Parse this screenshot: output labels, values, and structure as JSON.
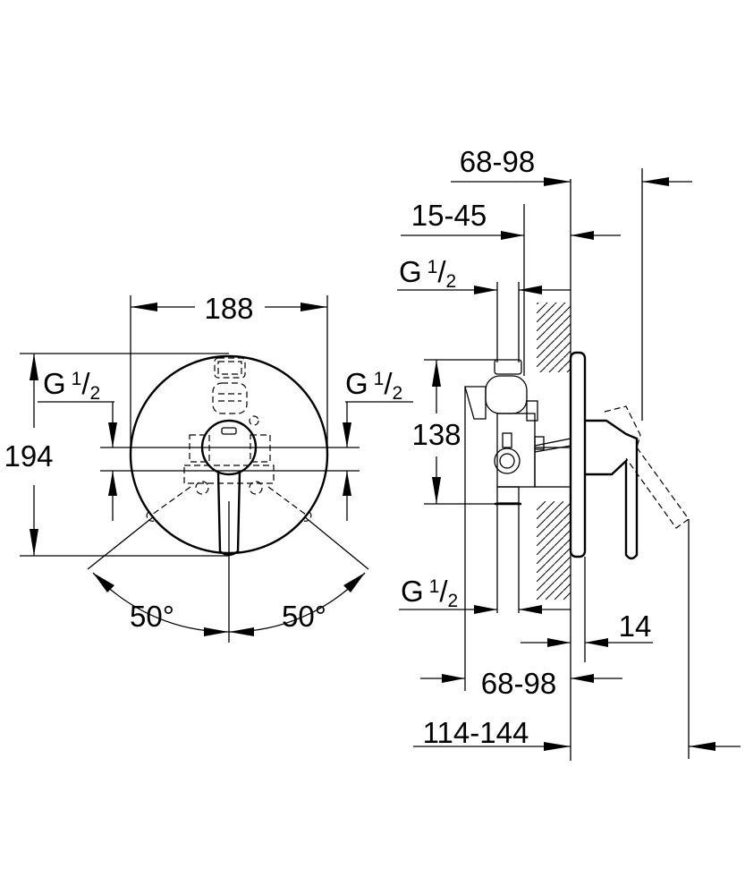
{
  "front_view": {
    "width_dim": "188",
    "height_dim": "194",
    "thread_left": {
      "main": "G",
      "num": "1",
      "den": "2"
    },
    "thread_right": {
      "main": "G",
      "num": "1",
      "den": "2"
    },
    "angle_left": "50°",
    "angle_right": "50°"
  },
  "side_view": {
    "depth_top": "68-98",
    "depth_second": "15-45",
    "thread_top": {
      "main": "G",
      "num": "1",
      "den": "2"
    },
    "spacing": "138",
    "thread_bottom": {
      "main": "G",
      "num": "1",
      "den": "2"
    },
    "plate": "14",
    "depth_bottom": "68-98",
    "depth_total": "114-144"
  }
}
